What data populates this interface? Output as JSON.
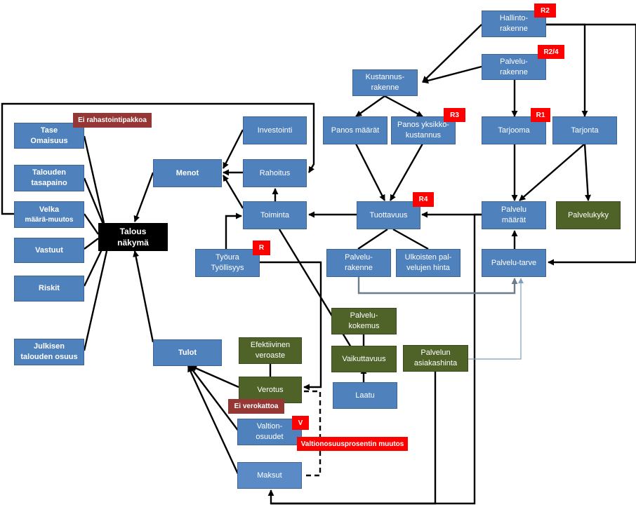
{
  "nodes": {
    "hallinto": "Hallinto-\nrakenne",
    "palvelurakenne_top": "Palvelu-\nrakenne",
    "kustannusrakenne": "Kustannus-\nrakenne",
    "panos_maarat": "Panos määrät",
    "panos_yksikko": "Panos yksikkö-\nkustannus",
    "tarjooma": "Tarjooma",
    "tarjonta": "Tarjonta",
    "tase": "Tase\nOmaisuus",
    "talouden_tasapaino": "Talouden\ntasapaino",
    "velka": "Velka",
    "velka_sub": "määrä-muutos",
    "vastuut": "Vastuut",
    "riskit": "Riskit",
    "julkisen": "Julkisen\ntalouden osuus",
    "menot": "Menot",
    "investointi": "Investointi",
    "rahoitus": "Rahoitus",
    "toiminta": "Toiminta",
    "tuottavuus": "Tuottavuus",
    "palvelu_maarat": "Palvelu\nmäärät",
    "palvelukyky": "Palvelukyky",
    "talous_nakyma": "Talous\nnäkymä",
    "tyoura": "Työura\nTyöllisyys",
    "palvelurakenne_mid": "Palvelu-\nrakenne",
    "ulkoisten": "Ulkoisten pal-\nvelujen hinta",
    "palvelu_tarve": "Palvelu-tarve",
    "palvelukokemus": "Palvelu-\nkokemus",
    "tulot": "Tulot",
    "efektiivinen": "Efektiivinen\nveroaste",
    "vaikuttavuus": "Vaikuttavuus",
    "palvelun_asiakashinta": "Palvelun\nasiakashinta",
    "verotus": "Verotus",
    "laatu": "Laatu",
    "valtionosuudet": "Valtion-\nosuudet",
    "maksut": "Maksut"
  },
  "tags": {
    "r2": "R2",
    "r2_4": "R2/4",
    "r3": "R3",
    "r1": "R1",
    "r4": "R4",
    "r": "R",
    "v": "V",
    "ei_rahastointipakkoa": "Ei rahastointipakkoa",
    "ei_verokattoa": "Ei verokattoa",
    "valtionosuusprosentin_muutos": "Valtionosuusprosentin muutos"
  },
  "colors": {
    "node_blue": "#4f81bd",
    "node_green": "#4f6228",
    "node_black": "#000000",
    "tag_red": "#ff0000",
    "tag_brown": "#953735",
    "edge_gray": "#6d7e8b",
    "edge_lightblue": "#7f9fbf"
  }
}
